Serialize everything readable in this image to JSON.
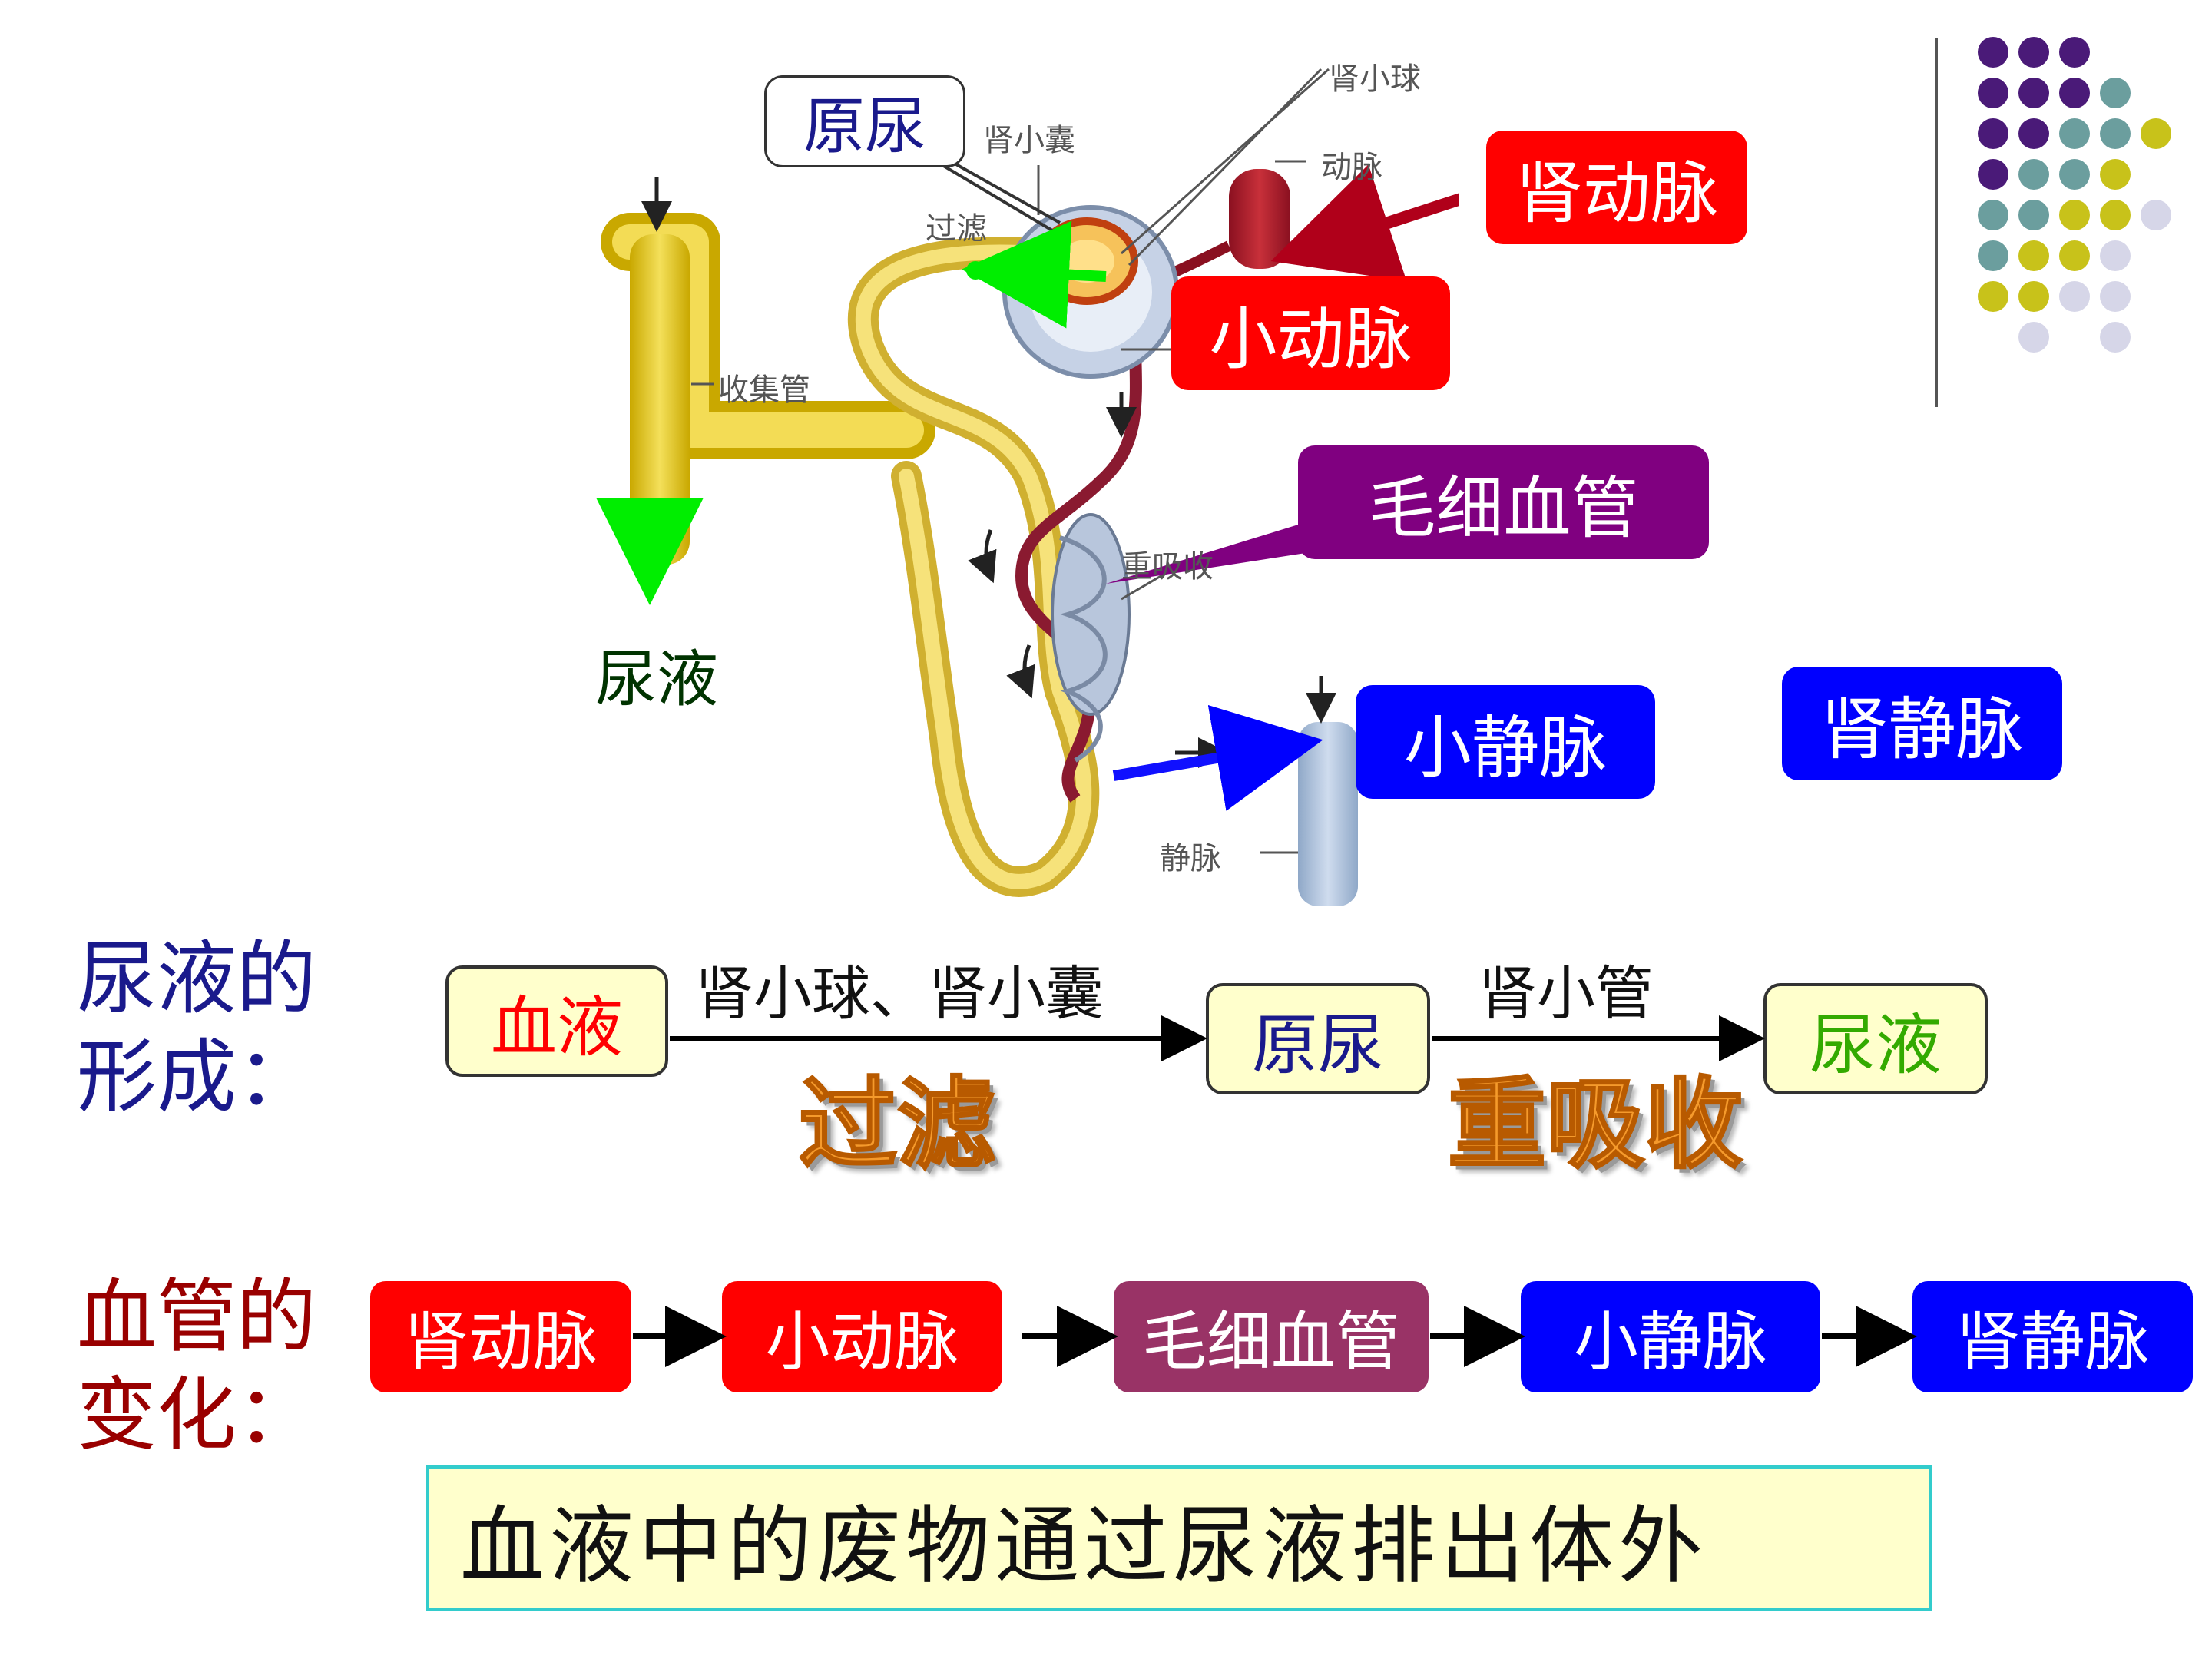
{
  "diagram": {
    "labels": {
      "yuanniao_top": "原尿",
      "shen_dongmai": "肾动脉",
      "xiao_dongmai": "小动脉",
      "maoxi_xueguan": "毛细血管",
      "xiao_jingmai": "小静脉",
      "shen_jingmai": "肾静脉",
      "niaoye": "尿液"
    },
    "small_labels": {
      "shen_xiaoqiu": "肾小球",
      "shen_xiaonang": "肾小囊",
      "dongmai": "动脉",
      "guolv": "过滤",
      "shouji_guan": "收集管",
      "chongxi_shou": "重吸收",
      "jingmai": "静脉"
    }
  },
  "formation": {
    "heading_line1": "尿液的",
    "heading_line2": "形成：",
    "box1": "血液",
    "arrow1_label": "肾小球、肾小囊",
    "box2": "原尿",
    "arrow2_label": "肾小管",
    "box3": "尿液",
    "process1": "过滤",
    "process2": "重吸收"
  },
  "vessels": {
    "heading_line1": "血管的",
    "heading_line2": "变化：",
    "chain": [
      "肾动脉",
      "小动脉",
      "毛细血管",
      "小静脉",
      "肾静脉"
    ]
  },
  "conclusion": "血液中的废物通过尿液排出体外",
  "colors": {
    "red": "#ff0000",
    "blue": "#0000ff",
    "purple": "#800080",
    "maroon": "#993366",
    "navy": "#1a1a8c",
    "dark_red": "#990000",
    "dark_green": "#003300",
    "green": "#33cc00",
    "orange": "#f59a2c",
    "cream": "#ffffcc",
    "conclusion_bg": "#ffffcc"
  }
}
